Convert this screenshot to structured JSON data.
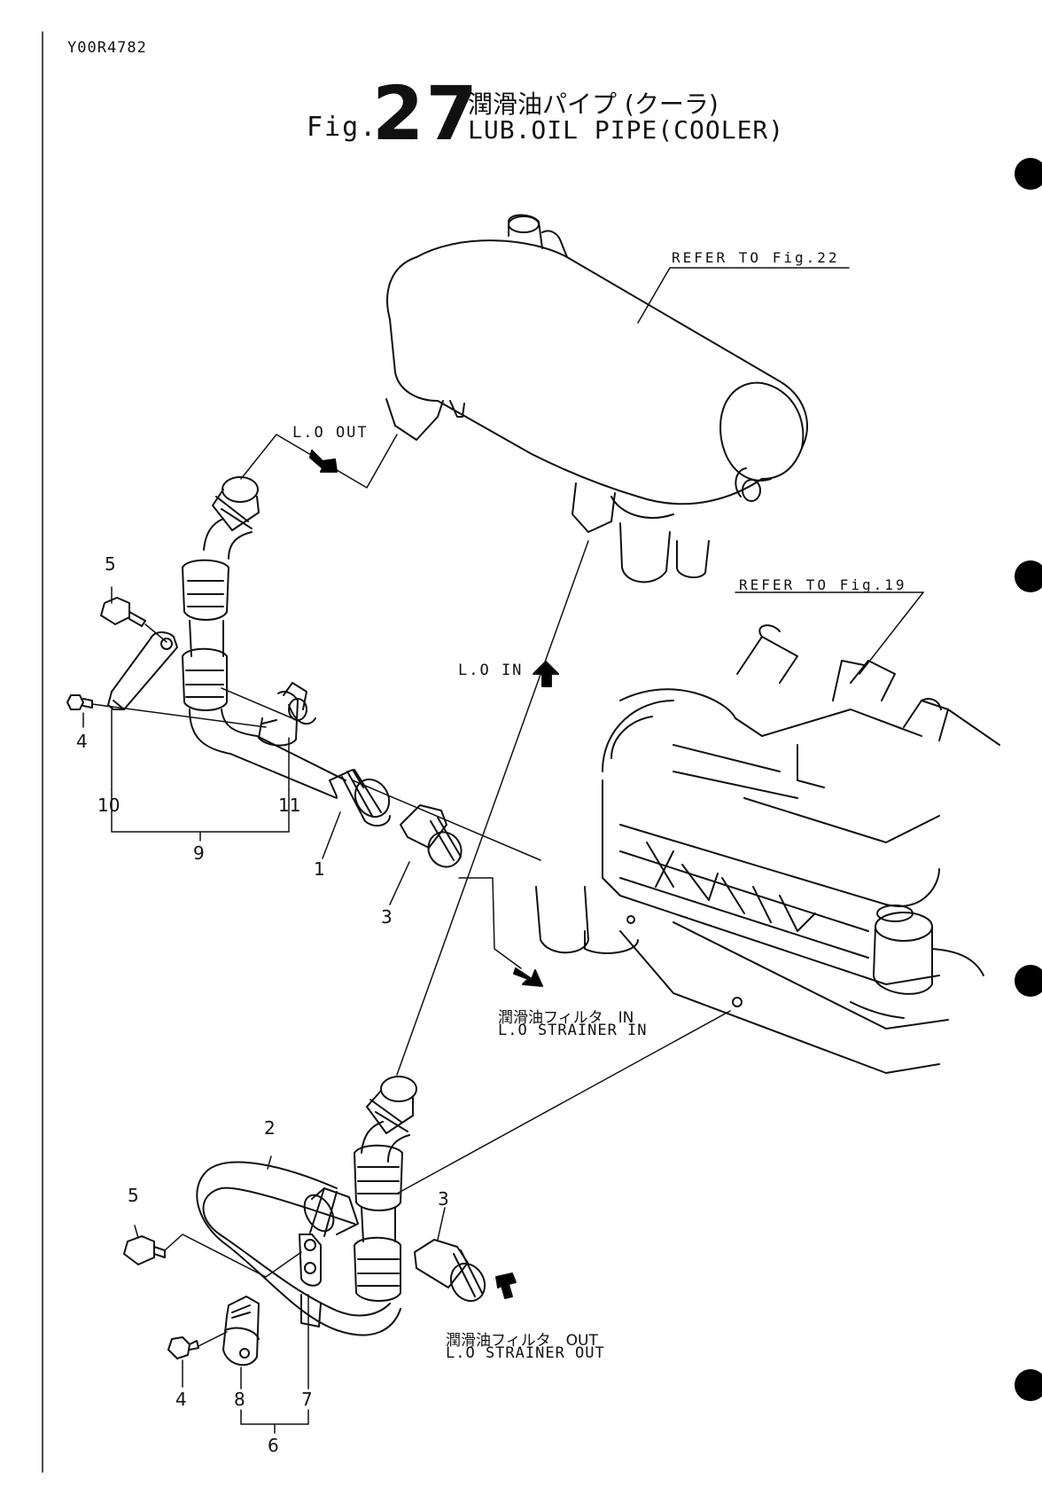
{
  "header": {
    "doc_code": "Y00R4782",
    "fig_prefix": "Fig.",
    "fig_number": "27",
    "title_jp": "潤滑油パイプ (クーラ)",
    "title_en": "LUB.OIL PIPE(COOLER)"
  },
  "references": {
    "ref_top": "REFER TO Fig.22",
    "ref_engine": "REFER TO Fig.19"
  },
  "flow_labels": {
    "lo_out": "L.O OUT",
    "lo_in": "L.O IN",
    "strainer_in_jp": "潤滑油フィルタ　IN",
    "strainer_in_en": "L.O STRAINER IN",
    "strainer_out_jp": "潤滑油フィルタ　OUT",
    "strainer_out_en": "L.O STRAINER OUT"
  },
  "callouts": {
    "upper": [
      "5",
      "4",
      "10",
      "11",
      "9",
      "1",
      "3"
    ],
    "lower": [
      "2",
      "5",
      "3",
      "4",
      "8",
      "7",
      "6"
    ]
  },
  "colors": {
    "ink": "#111111",
    "paper": "#ffffff"
  }
}
